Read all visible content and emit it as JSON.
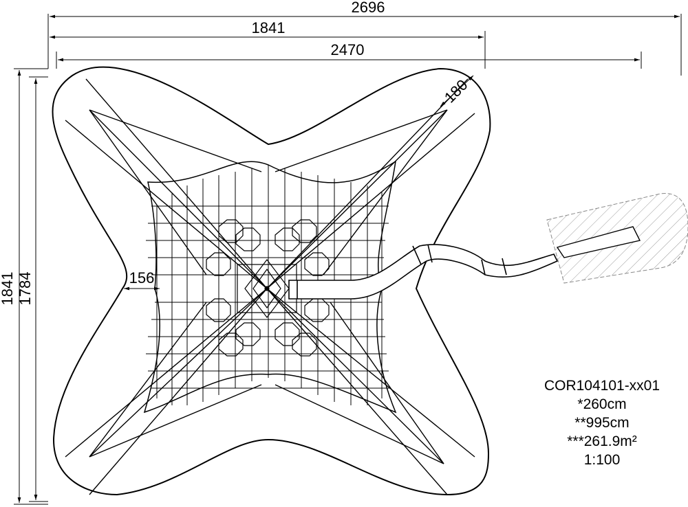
{
  "dimensions": {
    "overall_width": "2696",
    "top_width": "1841",
    "inner_width": "2470",
    "overall_height": "1841",
    "inner_height": "1784",
    "corner_offset": "180",
    "side_offset": "156"
  },
  "product_info": {
    "code": "COR104101-xx01",
    "height": "*260cm",
    "length": "**995cm",
    "area": "***261.9m²",
    "scale": "1:100"
  }
}
